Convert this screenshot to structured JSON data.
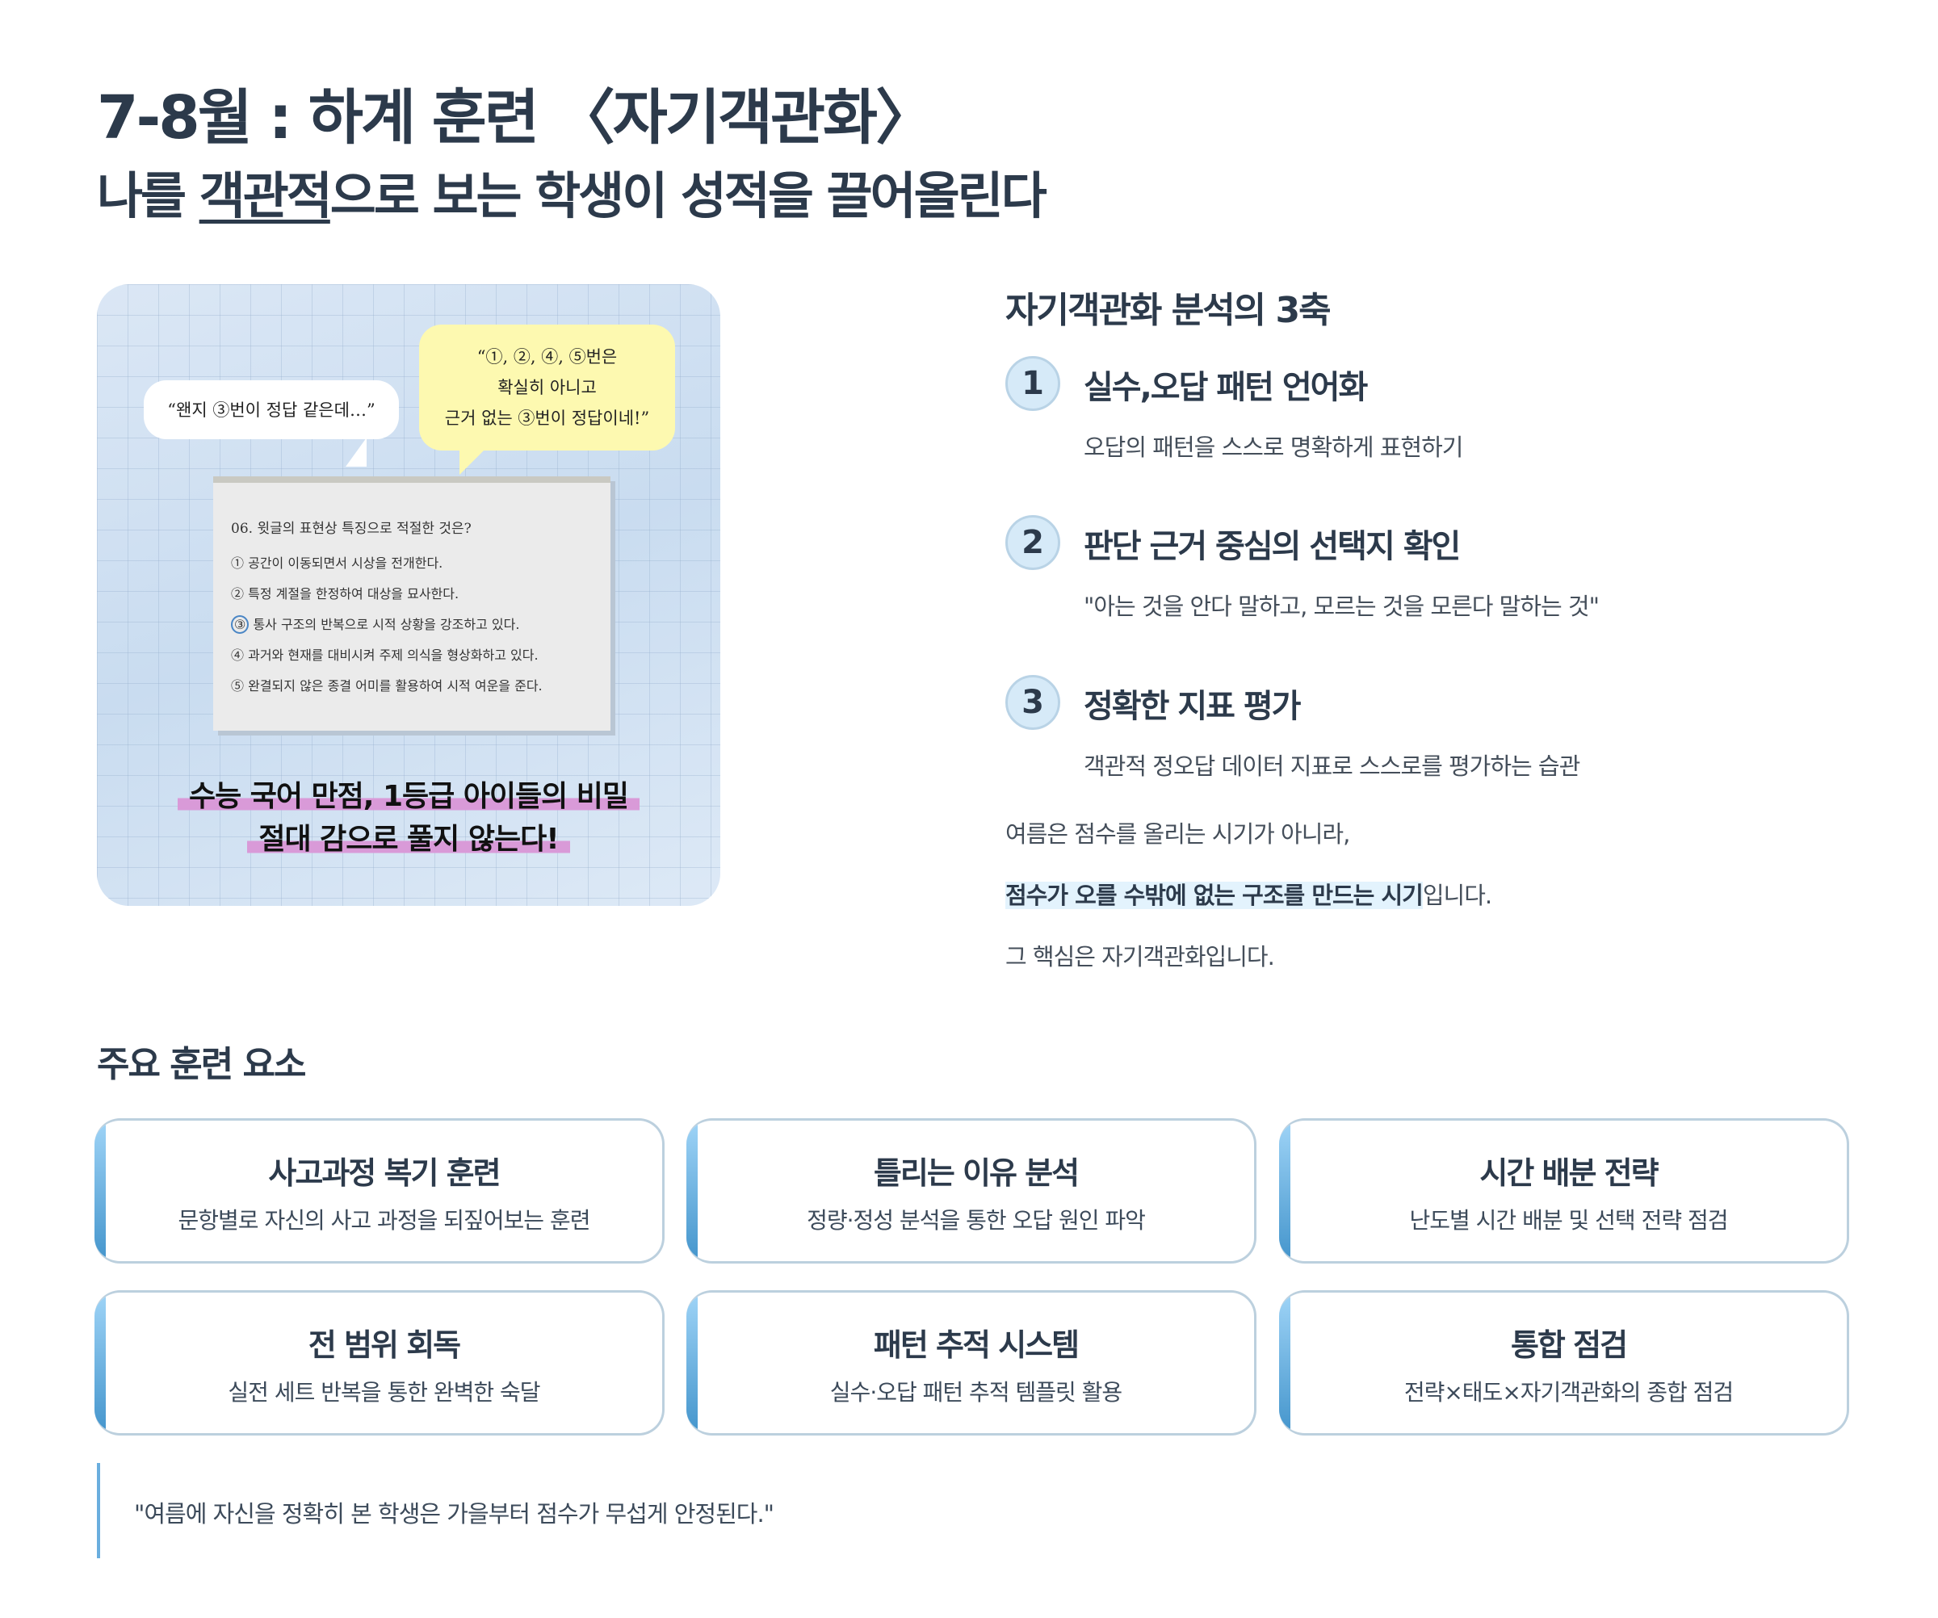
{
  "header": {
    "title": "7-8월 : 하계 훈련 〈자기객관화〉",
    "subtitle_pre": "나를 ",
    "subtitle_underlined": "객관적",
    "subtitle_post": "으로 보는 학생이 성적을 끌어올린다"
  },
  "hero": {
    "bubble_left": "“왠지 ③번이 정답 같은데…”",
    "bubble_right": [
      "“①, ②, ④, ⑤번은",
      "확실히 아니고",
      "근거 없는 ③번이 정답이네!”"
    ],
    "question": "06. 윗글의 표현상 특징으로 적절한 것은?",
    "options": [
      {
        "num": "①",
        "text": "공간이 이동되면서 시상을 전개한다."
      },
      {
        "num": "②",
        "text": "특정 계절을 한정하여 대상을 묘사한다."
      },
      {
        "num": "③",
        "text": "통사 구조의 반복으로 시적 상황을 강조하고 있다."
      },
      {
        "num": "④",
        "text": "과거와 현재를 대비시켜 주제 의식을 형상화하고 있다."
      },
      {
        "num": "⑤",
        "text": "완결되지 않은 종결 어미를 활용하여 시적 여운을 준다."
      }
    ],
    "headline": [
      "수능 국어 만점, 1등급 아이들의 비밀",
      "절대 감으로 풀지 않는다!"
    ]
  },
  "axes": {
    "title": "자기객관화 분석의 3축",
    "items": [
      {
        "num": "1",
        "title": "실수,오답 패턴 언어화",
        "desc": "오답의 패턴을 스스로 명확하게 표현하기"
      },
      {
        "num": "2",
        "title": "판단 근거 중심의 선택지 확인",
        "desc": "\"아는 것을 안다 말하고, 모르는 것을 모른다 말하는 것\""
      },
      {
        "num": "3",
        "title": "정확한 지표 평가",
        "desc": "객관적 정오답 데이터 지표로 스스로를 평가하는 습관"
      }
    ],
    "para1": "여름은 점수를 올리는 시기가 아니라,",
    "para2_highlight": "점수가 오를 수밖에 없는 구조를 만드는 시기",
    "para2_rest": "입니다.",
    "para3": "그 핵심은 자기객관화입니다."
  },
  "training": {
    "title": "주요 훈련 요소",
    "cards": [
      {
        "title": "사고과정 복기 훈련",
        "desc": "문항별로 자신의 사고 과정을 되짚어보는 훈련"
      },
      {
        "title": "틀리는 이유 분석",
        "desc": "정량·정성 분석을 통한 오답 원인 파악"
      },
      {
        "title": "시간 배분 전략",
        "desc": "난도별 시간 배분 및 선택 전략 점검"
      },
      {
        "title": "전 범위 회독",
        "desc": "실전 세트 반복을 통한 완벽한 숙달"
      },
      {
        "title": "패턴 추적 시스템",
        "desc": "실수·오답 패턴 추적 템플릿 활용"
      },
      {
        "title": "통합 점검",
        "desc": "전략×태도×자기객관화의 종합 점검"
      }
    ]
  },
  "quote": "\"여름에 자신을 정확히 본 학생은 가을부터 점수가 무섭게 안정된다.\"",
  "colors": {
    "text": "#2c3a4b",
    "accent": "#4495cc",
    "highlight": "#e3f3fd",
    "card_border": "#bcd0de"
  }
}
